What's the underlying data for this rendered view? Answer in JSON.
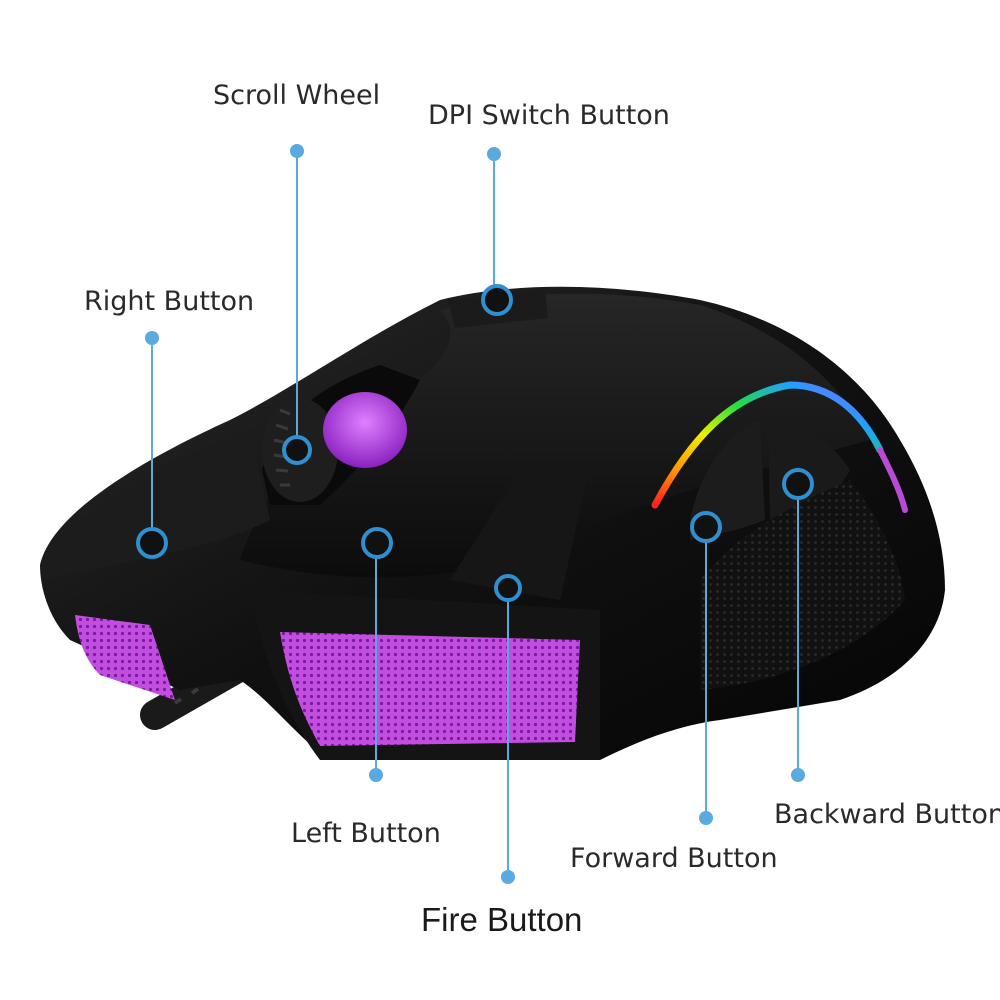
{
  "callouts": {
    "scroll_wheel": "Scroll Wheel",
    "dpi_switch": "DPI Switch Button",
    "right_button": "Right Button",
    "left_button": "Left Button",
    "fire_button": "Fire Button",
    "forward_button": "Forward Button",
    "backward_button": "Backward Button"
  },
  "colors": {
    "callout_line": "#5aaae0",
    "marker_ring": "#2f8fd0",
    "marker_fill": "#111111",
    "mouse_body": "#141414",
    "rgb_glow": "#b84bd6"
  }
}
